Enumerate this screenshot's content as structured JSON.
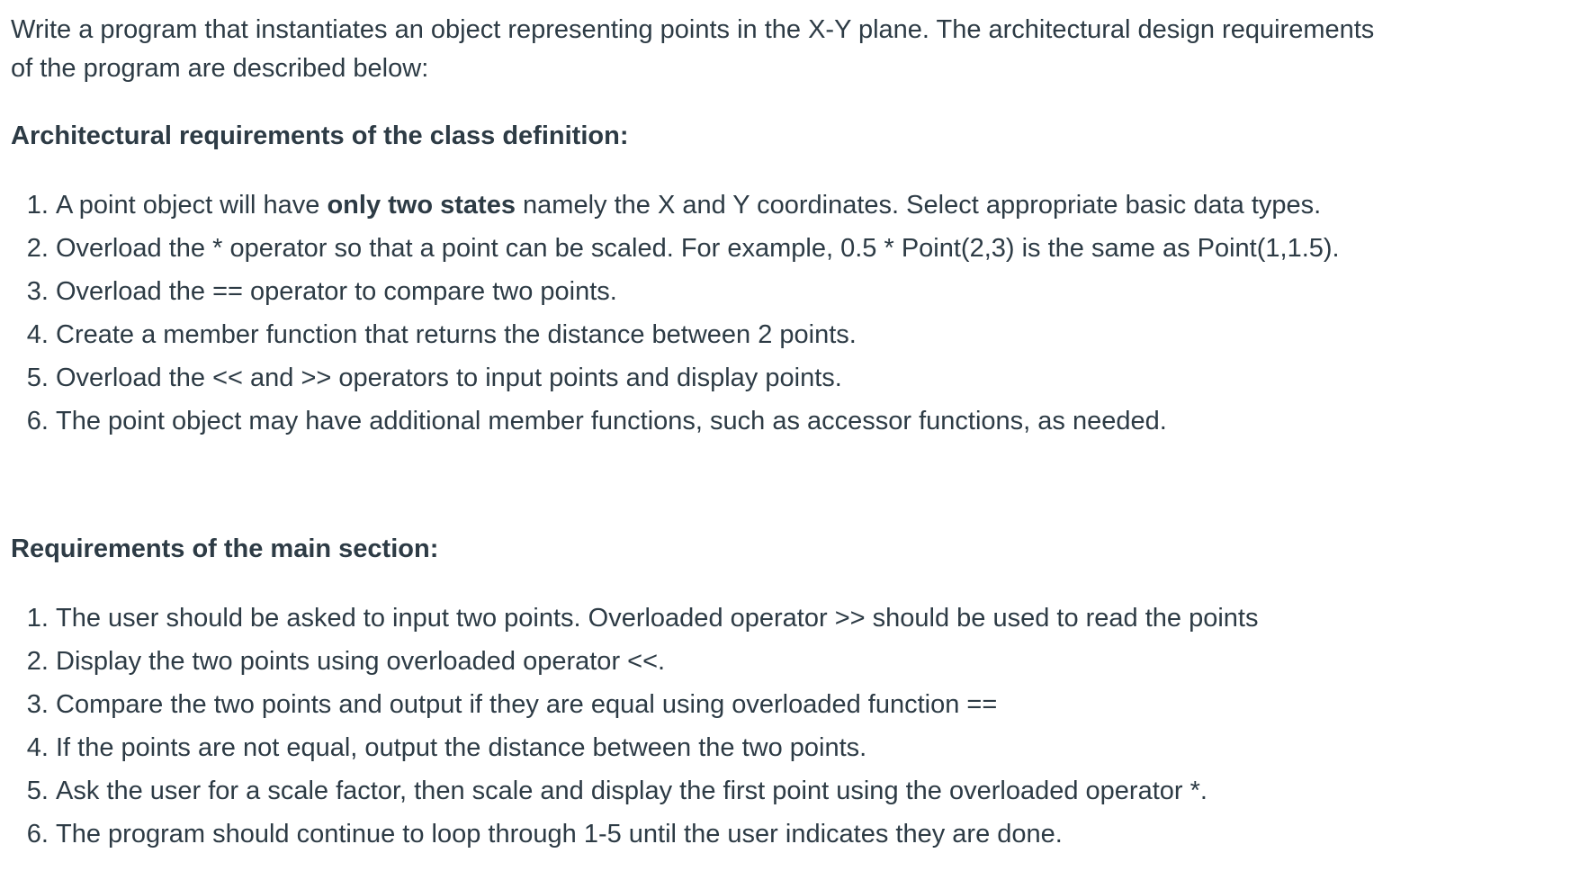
{
  "colors": {
    "text": "#2D3B45",
    "background": "#ffffff"
  },
  "intro": {
    "line1": "Write a program that instantiates an object representing points in the X-Y plane. The architectural design requirements",
    "line2": "of the program are described below:"
  },
  "class_requirements": {
    "heading": "Architectural requirements of the class definition:",
    "items": [
      {
        "pre": "A point object will have ",
        "bold": "only two states",
        "post": " namely the X and Y coordinates. Select appropriate basic data types."
      },
      {
        "text": "Overload the * operator so that a point can be scaled. For example, 0.5 * Point(2,3) is the same as Point(1,1.5)."
      },
      {
        "text": "Overload the == operator to compare two points."
      },
      {
        "text": "Create a member function that returns the distance between 2 points."
      },
      {
        "text": "Overload the << and >> operators to input points and display points."
      },
      {
        "text": "The point object may have additional member functions, such as accessor functions, as needed."
      }
    ]
  },
  "main_requirements": {
    "heading": "Requirements of the main section:",
    "items": [
      "The user should be asked to input two points. Overloaded operator >> should be used to read the points",
      "Display the two points using overloaded operator <<.",
      "Compare the two points and output if they are equal using overloaded function ==",
      "If the points are not equal, output the distance between the two points.",
      "Ask the user for a scale factor, then scale and display the first point using the overloaded operator *.",
      "The program should continue to loop through 1-5 until the user indicates they are done."
    ]
  }
}
